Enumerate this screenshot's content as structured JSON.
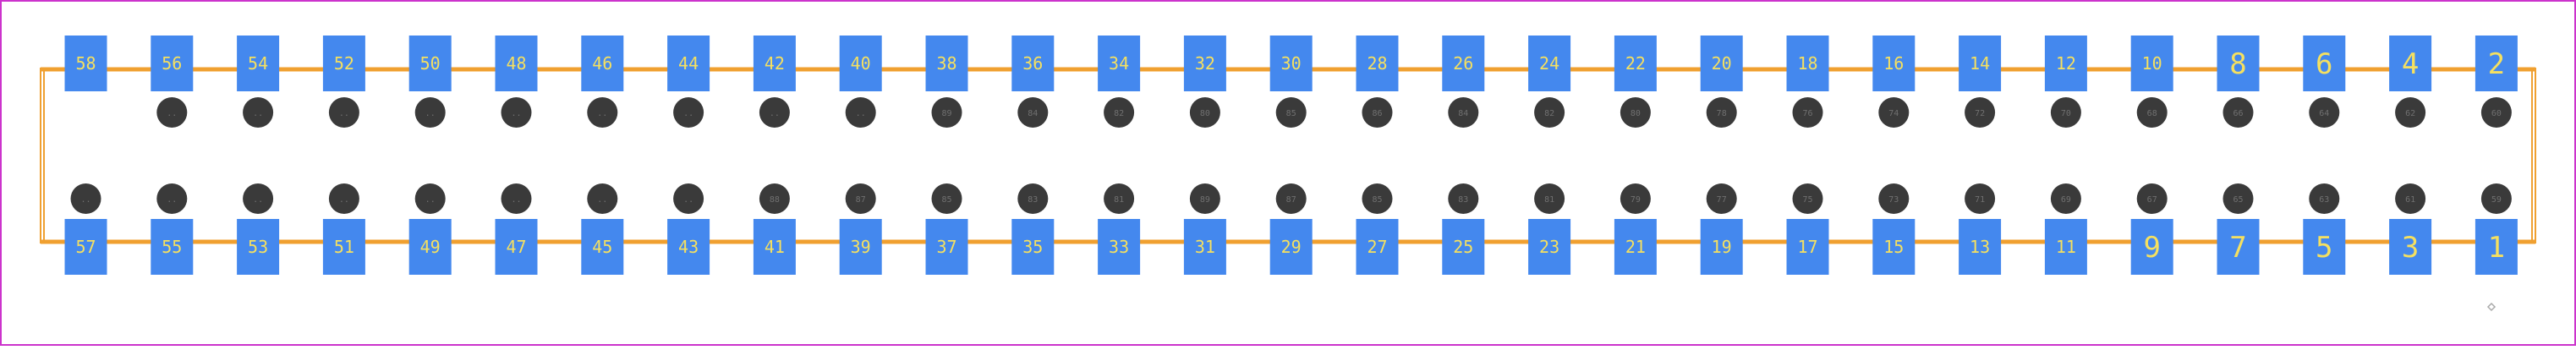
{
  "title": "",
  "colors": {
    "background": "#ffffff",
    "frame": "#cc33cc",
    "outline": "#f0a030",
    "pad": "#4488ee",
    "pad_label": "#f5e060",
    "hole": "#3a3a3a",
    "hole_label": "#707070",
    "origin_marker": "#aaaaaa"
  },
  "pins": {
    "top_row": [
      "58",
      "56",
      "54",
      "52",
      "50",
      "48",
      "46",
      "44",
      "42",
      "40",
      "38",
      "36",
      "34",
      "32",
      "30",
      "28",
      "26",
      "24",
      "22",
      "20",
      "18",
      "16",
      "14",
      "12",
      "10",
      "8",
      "6",
      "4",
      "2"
    ],
    "bottom_row": [
      "57",
      "55",
      "53",
      "51",
      "49",
      "47",
      "45",
      "43",
      "41",
      "39",
      "37",
      "35",
      "33",
      "31",
      "29",
      "27",
      "25",
      "23",
      "21",
      "19",
      "17",
      "15",
      "13",
      "11",
      "9",
      "7",
      "5",
      "3",
      "1"
    ],
    "upper_holes": [
      "..",
      "..",
      "..",
      "..",
      "..",
      "..",
      "..",
      "..",
      "..",
      "89",
      "84",
      "82",
      "80",
      "85",
      "86",
      "84",
      "82",
      "80",
      "78",
      "76",
      "74",
      "72",
      "70",
      "68",
      "66",
      "64",
      "62",
      "60"
    ],
    "lower_holes": [
      "..",
      "..",
      "..",
      "..",
      "..",
      "..",
      "..",
      "..",
      "88",
      "87",
      "85",
      "83",
      "81",
      "89",
      "87",
      "85",
      "83",
      "81",
      "79",
      "77",
      "75",
      "73",
      "71",
      "69",
      "67",
      "65",
      "63",
      "61",
      "59"
    ]
  }
}
